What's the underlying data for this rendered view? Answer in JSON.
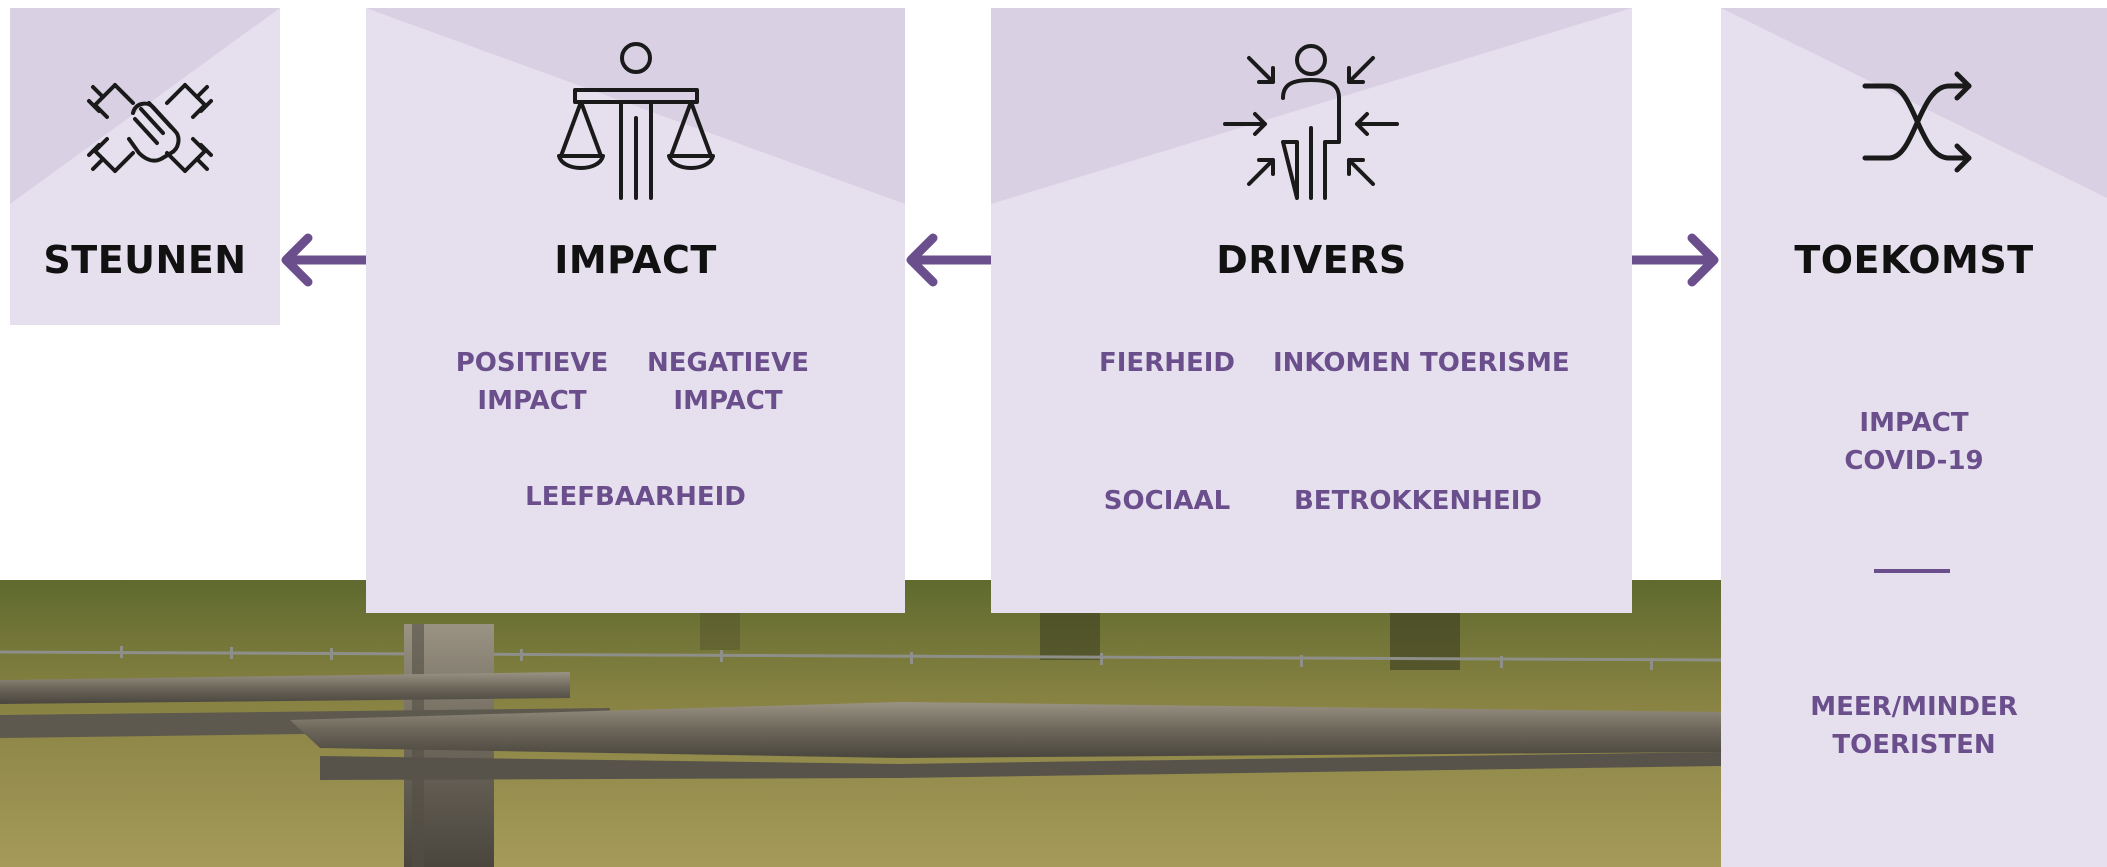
{
  "colors": {
    "panel_bg": "#e6e0ee",
    "panel_accent": "#d9d0e3",
    "purple": "#6a4f8c",
    "title": "#111111",
    "grass": "#7d7a3e"
  },
  "panels": {
    "steunen": {
      "title": "STEUNEN",
      "icon": "hands-together-icon"
    },
    "impact": {
      "title": "IMPACT",
      "icon": "person-scales-icon",
      "items": [
        "POSITIEVE\nIMPACT",
        "NEGATIEVE\nIMPACT",
        "LEEFBAARHEID"
      ]
    },
    "drivers": {
      "title": "DRIVERS",
      "icon": "person-arrows-icon",
      "items": [
        "FIERHEID",
        "INKOMEN TOERISME",
        "SOCIAAL",
        "BETROKKENHEID"
      ]
    },
    "toekomst": {
      "title": "TOEKOMST",
      "icon": "shuffle-icon",
      "items": [
        "IMPACT\nCOVID-19",
        "MEER/MINDER\nTOERISTEN"
      ]
    }
  },
  "arrows": [
    {
      "name": "impact-to-steunen",
      "direction": "left"
    },
    {
      "name": "drivers-to-impact",
      "direction": "left"
    },
    {
      "name": "drivers-to-toekomst",
      "direction": "right"
    }
  ],
  "background": {
    "subject": "wooden-fence-photo"
  }
}
